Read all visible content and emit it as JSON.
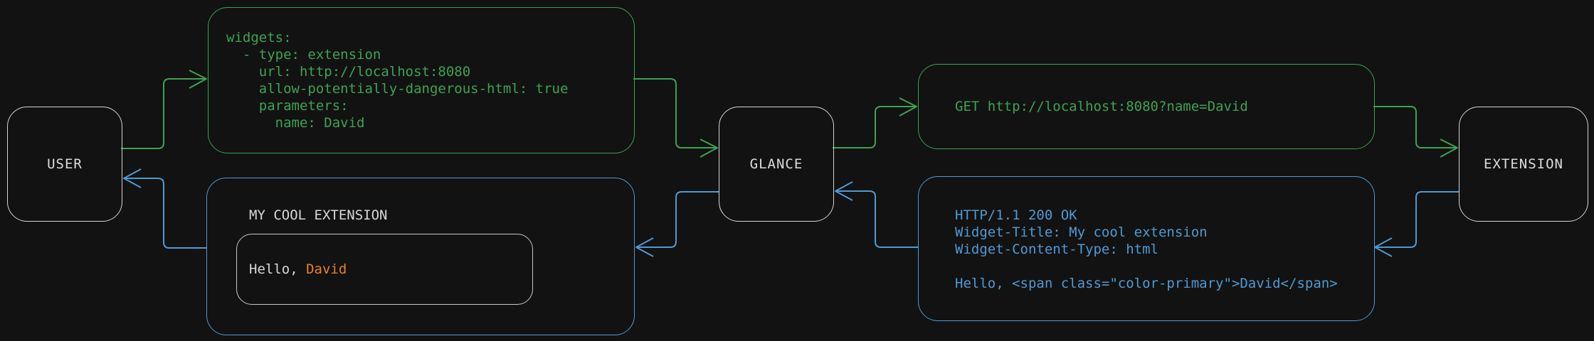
{
  "colors": {
    "background": "#121212",
    "request_green": "#3da254",
    "response_blue": "#4e9ad4",
    "accent_orange": "#e8802d",
    "node_border": "#d4d4d4",
    "text_light": "#dcdcdc"
  },
  "nodes": {
    "user": "USER",
    "glance": "GLANCE",
    "extension": "EXTENSION"
  },
  "config_box": {
    "code": "widgets:\n  - type: extension\n    url: http://localhost:8080\n    allow-potentially-dangerous-html: true\n    parameters:\n      name: David"
  },
  "request_box": {
    "code": "GET http://localhost:8080?name=David"
  },
  "response_box": {
    "code": "HTTP/1.1 200 OK\nWidget-Title: My cool extension\nWidget-Content-Type: html\n\nHello, <span class=\"color-primary\">David</span>"
  },
  "widget_box": {
    "title": "MY COOL EXTENSION",
    "greeting_prefix": "Hello, ",
    "greeting_name": "David"
  }
}
